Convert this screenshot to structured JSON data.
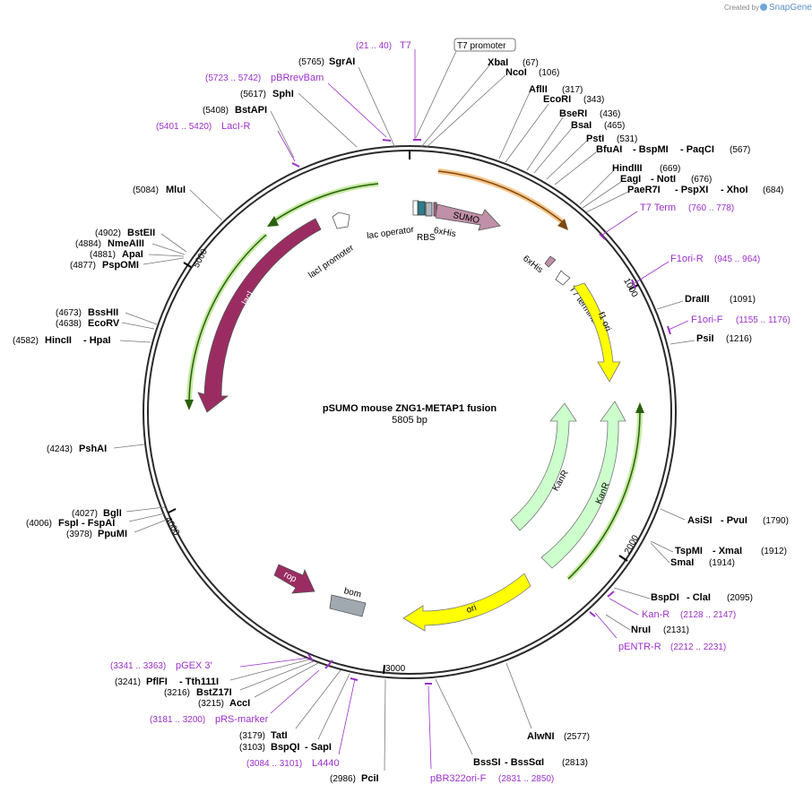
{
  "header": {
    "created_by": "Created by",
    "brand": "SnapGene"
  },
  "plasmid": {
    "name": "pSUMO mouse ZNG1-METAP1 fusion",
    "size": "5805 bp"
  },
  "ticks": [
    "1000",
    "2000",
    "3000",
    "4000",
    "5000"
  ],
  "features": {
    "lac_operator": "lac operator",
    "rbs": "RBS",
    "sumo": "SUMO",
    "his_top": "6xHis",
    "his_right": "6xHis",
    "t7_terminator": "T7 terminator",
    "f1_ori": "f1 ori",
    "kanr_1": "KanR",
    "kanr_2": "KanR",
    "ori": "ori",
    "bom": "bom",
    "rop": "rop",
    "laci": "lacI",
    "laci_promoter": "lacI promoter",
    "t7_promoter": "T7 promoter"
  },
  "sites": {
    "sgrai": {
      "name": "SgrAI",
      "pos": "(5765)"
    },
    "xbai": {
      "name": "XbaI",
      "pos": "(67)"
    },
    "ncoi": {
      "name": "NcoI",
      "pos": "(106)"
    },
    "aflii": {
      "name": "AflII",
      "pos": "(317)"
    },
    "ecori": {
      "name": "EcoRI",
      "pos": "(343)"
    },
    "bseri": {
      "name": "BseRI",
      "pos": "(436)"
    },
    "bsai": {
      "name": "BsaI",
      "pos": "(465)"
    },
    "psti": {
      "name": "PstI",
      "pos": "(531)"
    },
    "bfuai": {
      "name": "BfuAI",
      "sep1": "- BspMI",
      "sep2": "- PaqCI",
      "pos": "(567)"
    },
    "hindiii": {
      "name": "HindIII",
      "pos": "(669)"
    },
    "eagi": {
      "name": "EagI",
      "sep1": "- NotI",
      "pos": "(676)"
    },
    "paer7i": {
      "name": "PaeR7I",
      "sep1": "- PspXI",
      "sep2": "- XhoI",
      "pos": "(684)"
    },
    "draiii": {
      "name": "DraIII",
      "pos": "(1091)"
    },
    "psii": {
      "name": "PsiI",
      "pos": "(1216)"
    },
    "asisi": {
      "name": "AsiSI",
      "sep1": "- PvuI",
      "pos": "(1790)"
    },
    "tspmi": {
      "name": "TspMI",
      "sep1": "- XmaI",
      "pos": "(1912)"
    },
    "smai": {
      "name": "SmaI",
      "pos": "(1914)"
    },
    "bspdi": {
      "name": "BspDI",
      "sep1": "- ClaI",
      "pos": "(2095)"
    },
    "nrui": {
      "name": "NruI",
      "pos": "(2131)"
    },
    "alwni": {
      "name": "AlwNI",
      "pos": "(2577)"
    },
    "bsssi": {
      "name": "BssSI",
      "sep1": "- BssSαI",
      "pos": "(2813)"
    },
    "pcii": {
      "name": "PciI",
      "pos": "(2986)"
    },
    "bspqi": {
      "name": "BspQI",
      "sep1": "- SapI",
      "pos": "(3103)"
    },
    "tati": {
      "name": "TatI",
      "pos": "(3179)"
    },
    "acci": {
      "name": "AccI",
      "pos": "(3215)"
    },
    "bstz17i": {
      "name": "BstZ17I",
      "pos": "(3216)"
    },
    "pflfi": {
      "name": "PflFI",
      "sep1": "- Tth111I",
      "pos": "(3241)"
    },
    "ppumi": {
      "name": "PpuMI",
      "pos": "(3978)"
    },
    "fspi": {
      "name": "FspI",
      "sep1": "- FspAI",
      "pos": "(4006)"
    },
    "bgli": {
      "name": "BglI",
      "pos": "(4027)"
    },
    "pshai": {
      "name": "PshAI",
      "pos": "(4243)"
    },
    "hincii": {
      "name": "HincII",
      "sep1": "- HpaI",
      "pos": "(4582)"
    },
    "ecorv": {
      "name": "EcoRV",
      "pos": "(4638)"
    },
    "bsshii": {
      "name": "BssHII",
      "pos": "(4673)"
    },
    "pspomi": {
      "name": "PspOMI",
      "pos": "(4877)"
    },
    "apai": {
      "name": "ApaI",
      "pos": "(4881)"
    },
    "nmeaiii": {
      "name": "NmeAIII",
      "pos": "(4884)"
    },
    "bsteii": {
      "name": "BstEII",
      "pos": "(4902)"
    },
    "mlui": {
      "name": "MluI",
      "pos": "(5084)"
    },
    "bstapi": {
      "name": "BstAPI",
      "pos": "(5408)"
    },
    "sphi": {
      "name": "SphI",
      "pos": "(5617)"
    }
  },
  "primers": {
    "t7": {
      "name": "T7",
      "pos": "(21 .. 40)"
    },
    "pbrrevbam": {
      "name": "pBRrevBam",
      "pos": "(5723 .. 5742)"
    },
    "lacir": {
      "name": "LacI-R",
      "pos": "(5401 .. 5420)"
    },
    "t7term": {
      "name": "T7 Term",
      "pos": "(760 .. 778)"
    },
    "f1orir": {
      "name": "F1ori-R",
      "pos": "(945 .. 964)"
    },
    "f1orif": {
      "name": "F1ori-F",
      "pos": "(1155 .. 1176)"
    },
    "kanr": {
      "name": "Kan-R",
      "pos": "(2128 .. 2147)"
    },
    "pentrr": {
      "name": "pENTR-R",
      "pos": "(2212 .. 2231)"
    },
    "pbr322orif": {
      "name": "pBR322ori-F",
      "pos": "(2831 .. 2850)"
    },
    "l4440": {
      "name": "L4440",
      "pos": "(3084 .. 3101)"
    },
    "prsmarker": {
      "name": "pRS-marker",
      "pos": "(3181 .. 3200)"
    },
    "pgex3": {
      "name": "pGEX 3'",
      "pos": "(3341 .. 3363)"
    }
  },
  "colors": {
    "backbone": "#2a2a2a",
    "orange_arrow": "#f0a040",
    "green_arrow": "#7fc241",
    "sumo": "#c08fa8",
    "laci": "#9b2c62",
    "f1ori": "#ffff00",
    "kanr": "#ccffcc",
    "bom": "#a0a8b0",
    "primer": "#9b30c8"
  }
}
